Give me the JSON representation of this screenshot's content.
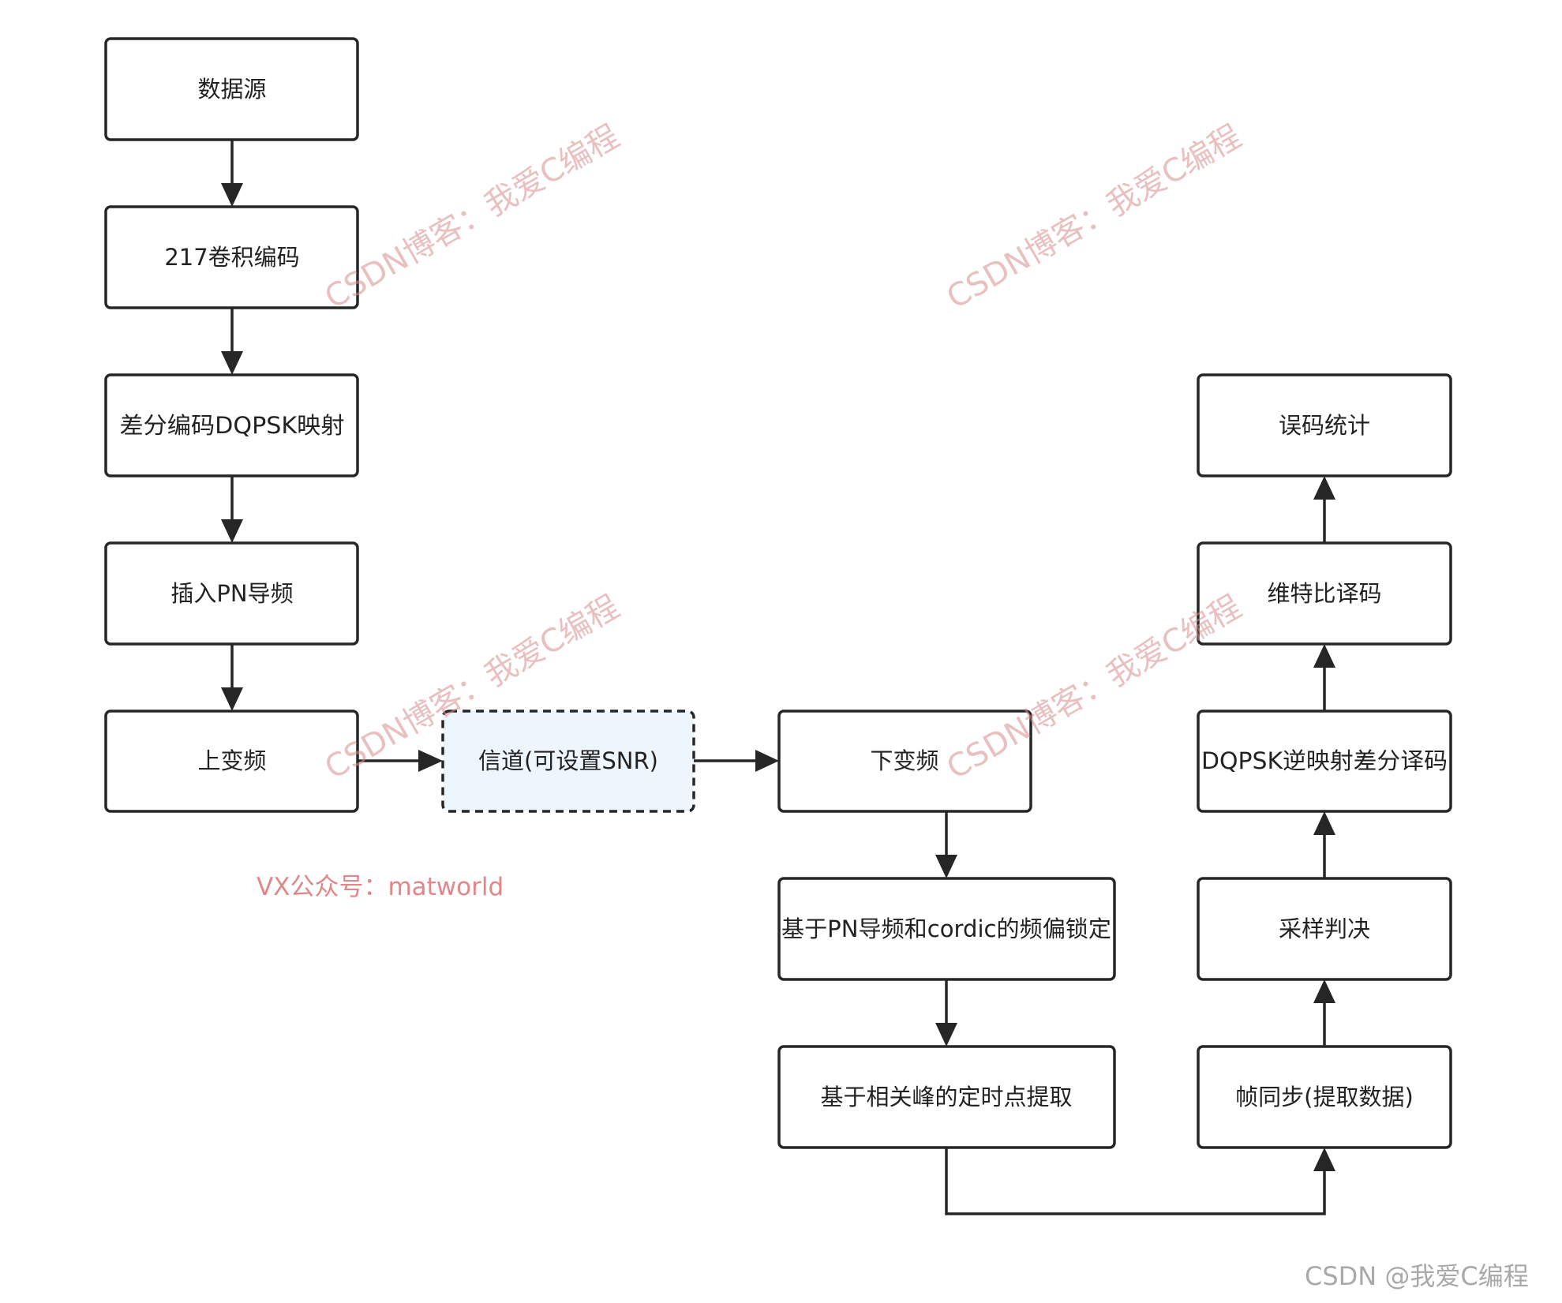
{
  "nodes": {
    "source": "数据源",
    "conv_encode": "217卷积编码",
    "diff_map": "差分编码DQPSK映射",
    "insert_pn": "插入PN导频",
    "upconvert": "上变频",
    "channel": "信道(可设置SNR)",
    "downconvert": "下变频",
    "freq_lock": "基于PN导频和cordic的频偏锁定",
    "timing": "基于相关峰的定时点提取",
    "frame_sync": "帧同步(提取数据)",
    "decision": "采样判决",
    "demap": "DQPSK逆映射差分译码",
    "viterbi": "维特比译码",
    "ber": "误码统计"
  },
  "watermarks": {
    "blog": "CSDN博客：我爱C编程",
    "vx": "VX公众号：matworld",
    "corner": "CSDN @我爱C编程"
  }
}
